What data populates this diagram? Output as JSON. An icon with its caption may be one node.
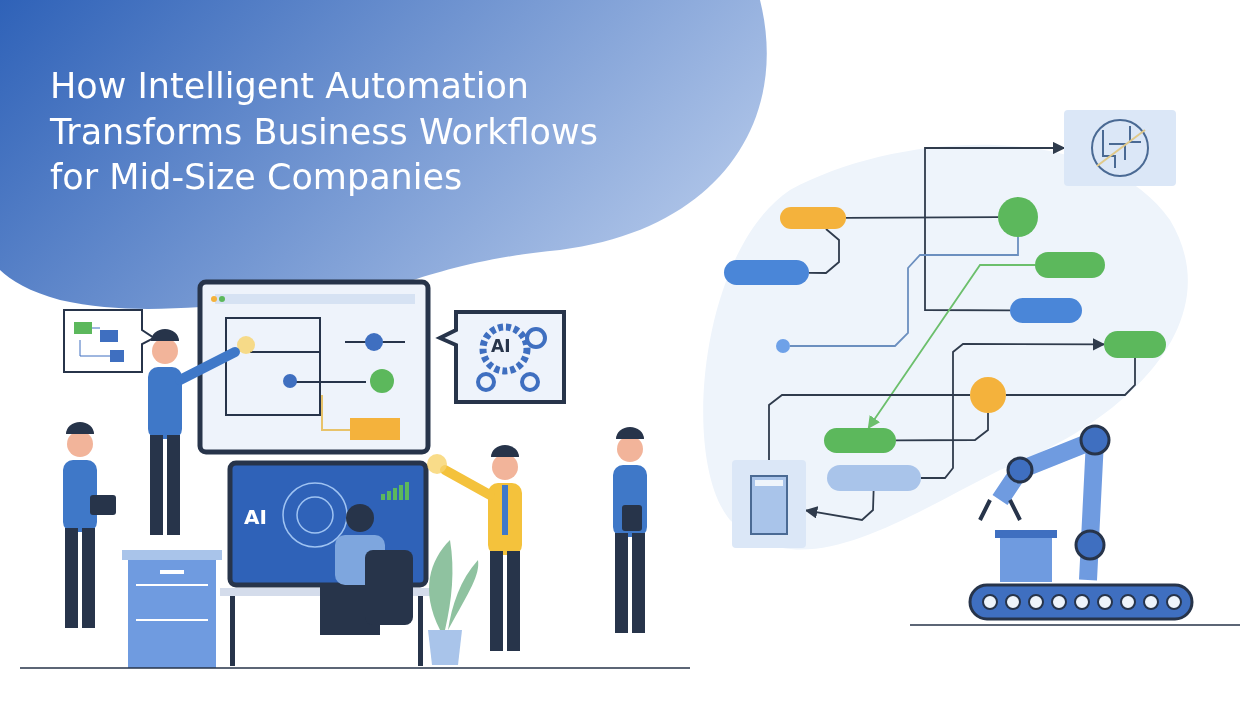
{
  "diagram": {
    "title": "How Intelligent Automation Transforms Business Workflows for Mid-Size Companies",
    "nodes": [
      {
        "text": [],
        "shape": "pill"
      },
      {
        "text": [],
        "shape": "pill"
      },
      {
        "text": [],
        "shape": "circle"
      },
      {
        "text": [],
        "shape": "picture"
      },
      {
        "text": [],
        "shape": "pill"
      },
      {
        "text": [],
        "shape": "pill"
      },
      {
        "text": [],
        "shape": "dot"
      },
      {
        "text": [],
        "shape": "pill"
      },
      {
        "text": [],
        "shape": "circle"
      },
      {
        "text": [],
        "shape": "pill"
      },
      {
        "text": [],
        "shape": "pill"
      },
      {
        "text": [],
        "shape": "picture"
      }
    ],
    "edges": [
      {
        "from": 0,
        "to": 1,
        "arrow": "none"
      },
      {
        "from": 0,
        "to": 2,
        "arrow": "none"
      },
      {
        "from": 5,
        "to": 3,
        "arrow": "to"
      },
      {
        "from": 6,
        "to": 2,
        "arrow": "none",
        "color": "#6b8fbf"
      },
      {
        "from": 4,
        "to": 9,
        "arrow": "to",
        "color": "#6cbf6c"
      },
      {
        "from": 11,
        "to": 8,
        "arrow": "none"
      },
      {
        "from": 8,
        "to": 7,
        "arrow": "none"
      },
      {
        "from": 8,
        "to": 9,
        "arrow": "none"
      },
      {
        "from": 10,
        "to": 7,
        "arrow": "to"
      },
      {
        "from": 10,
        "to": 11,
        "arrow": "to"
      }
    ],
    "labels": [
      "AI",
      "AI"
    ]
  }
}
